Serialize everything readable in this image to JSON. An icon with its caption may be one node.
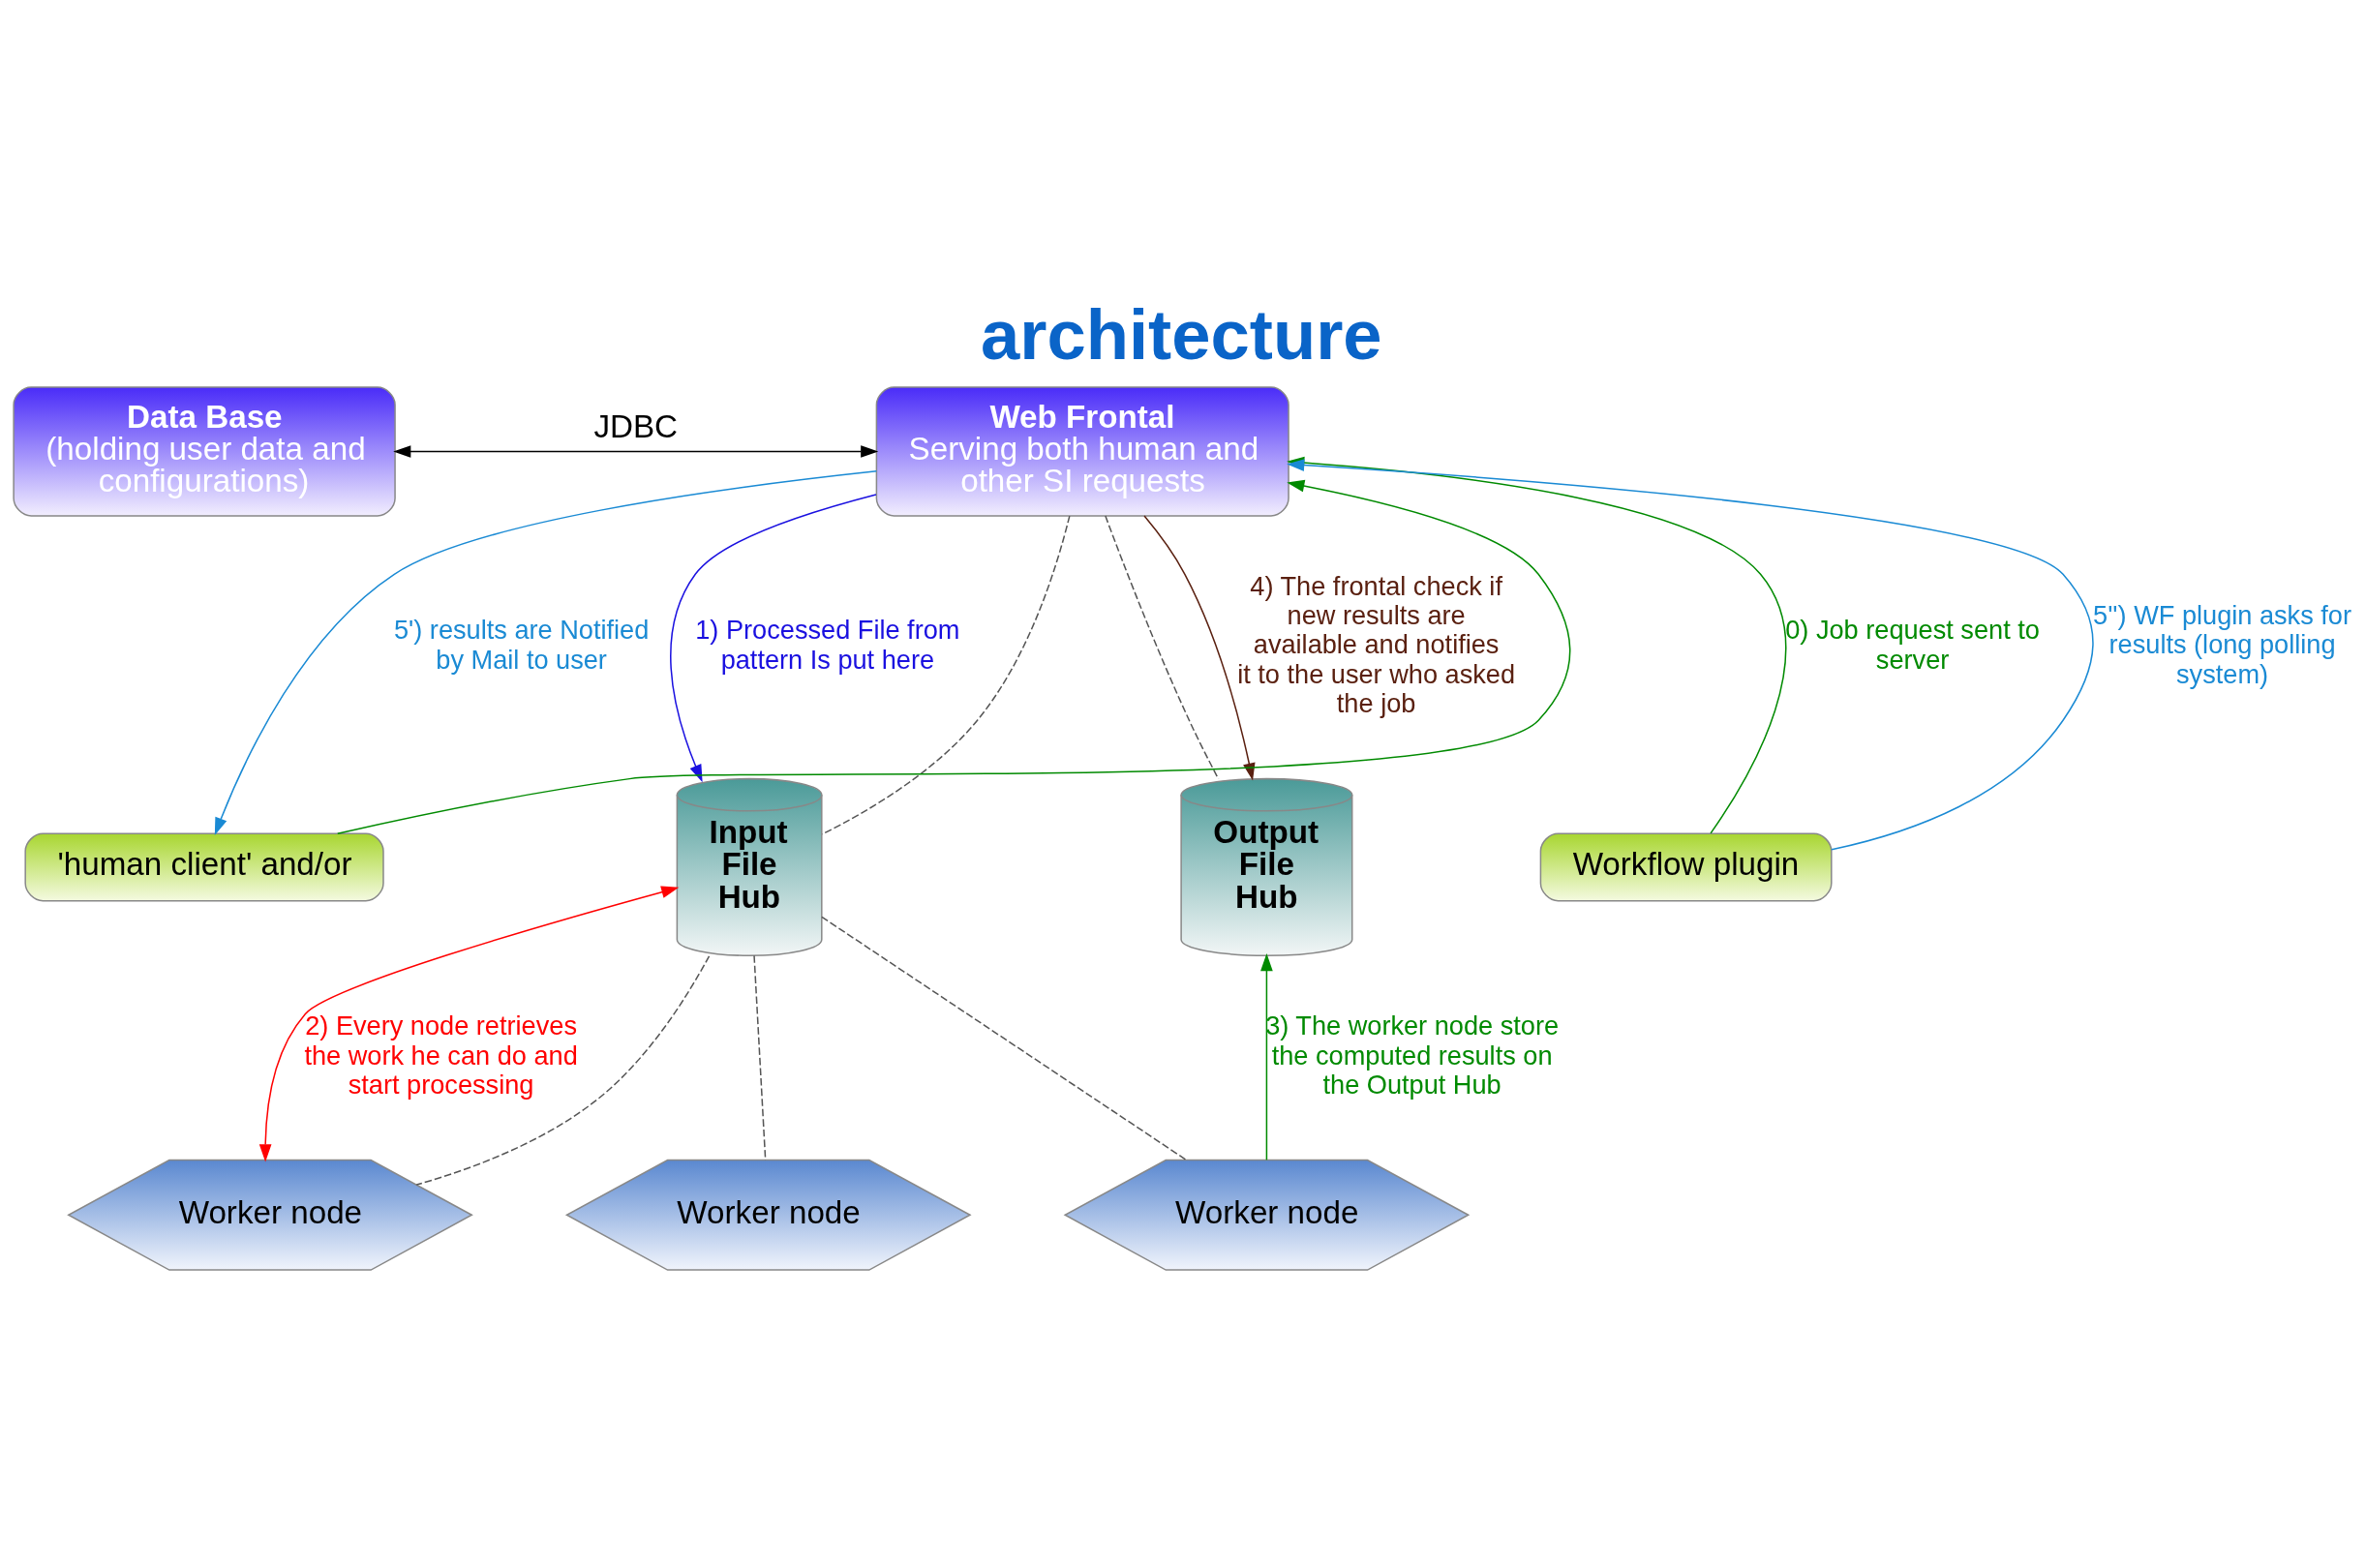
{
  "diagram": {
    "title": "architecture",
    "nodes": [
      {
        "text": [
          "Data Base",
          "(holding user data and configurations)"
        ]
      },
      {
        "text": [
          "Web Frontal",
          "Serving both human and other SI requests"
        ]
      },
      {
        "text": [
          "'human client' and/or"
        ]
      },
      {
        "text": [
          "Workflow plugin"
        ]
      },
      {
        "text": [
          "Input File Hub"
        ]
      },
      {
        "text": [
          "Output File Hub"
        ]
      },
      {
        "text": [
          "Worker node"
        ]
      },
      {
        "text": [
          "Worker node"
        ]
      },
      {
        "text": [
          "Worker node"
        ]
      }
    ],
    "edges": [
      {
        "from": 0,
        "to": 1,
        "arrow": "both",
        "label": "JDBC"
      },
      {
        "from": 1,
        "to": 2,
        "arrow": "to",
        "label": "5') results are Notified by Mail to user",
        "color": "#1a8ad4"
      },
      {
        "from": 2,
        "to": 1,
        "arrow": "to",
        "color": "#008a00"
      },
      {
        "from": 3,
        "to": 1,
        "arrow": "to",
        "label": "0) Job request sent to server",
        "color": "#008a00"
      },
      {
        "from": 3,
        "to": 1,
        "arrow": "to",
        "label": "5'') WF plugin asks for results (long polling system)",
        "color": "#1a8ad4"
      },
      {
        "from": 1,
        "to": 4,
        "arrow": "to",
        "label": "1) Processed File from pattern Is put here",
        "color": "#1a10e0"
      },
      {
        "from": 1,
        "to": 4,
        "arrow": "none",
        "style": "dashed"
      },
      {
        "from": 1,
        "to": 5,
        "arrow": "none",
        "style": "dashed"
      },
      {
        "from": 1,
        "to": 5,
        "arrow": "to",
        "label": "4) The frontal check if new results are available and notifies it to the user who asked the job",
        "color": "#5a2010"
      },
      {
        "from": 4,
        "to": 6,
        "arrow": "both",
        "label": "2) Every node retrieves the work he can do and start processing",
        "color": "#ff0000"
      },
      {
        "from": 4,
        "to": 6,
        "arrow": "none",
        "style": "dashed"
      },
      {
        "from": 4,
        "to": 7,
        "arrow": "none",
        "style": "dashed"
      },
      {
        "from": 4,
        "to": 8,
        "arrow": "none",
        "style": "dashed"
      },
      {
        "from": 8,
        "to": 5,
        "arrow": "to",
        "label": "3) The worker node store the computed results on the Output Hub",
        "color": "#008a00"
      }
    ]
  }
}
